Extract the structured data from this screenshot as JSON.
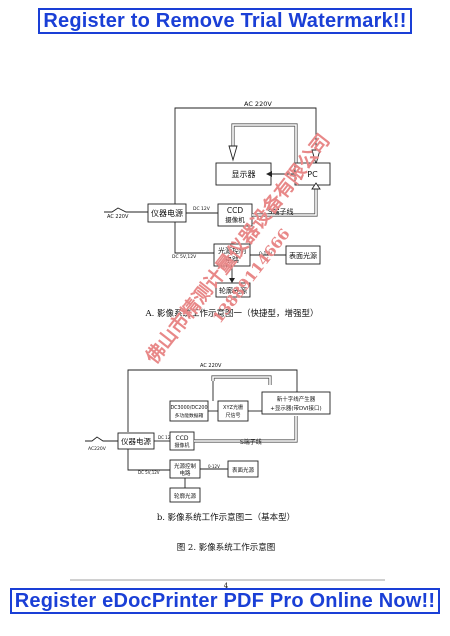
{
  "watermark": {
    "top": "Register to Remove Trial Watermark!!",
    "bottom": "Register eDocPrinter PDF Pro Online Now!!",
    "stamp": "佛山市精测计量仪器设备有限公司",
    "phone": "13889114666"
  },
  "diagram_a": {
    "power_in": "AC 220V",
    "ac_top": "AC 220V",
    "instrument_power": "仪器电源",
    "display": "显示器",
    "pc": "PC",
    "ccd": "CCD\n摄像机",
    "s_cable": "S端子线",
    "dc12": "DC 12V",
    "dc_volts": "DC 5V,12V",
    "light_ctrl": "光源控制\n电路",
    "light_out": "0-12V",
    "surface_light": "表面光源",
    "contour_light": "轮廓光源",
    "caption": "A. 影像系统工作示意图一（快捷型，增强型）"
  },
  "diagram_b": {
    "power_in": "AC220V",
    "ac_top": "AC 220V",
    "instrument_power": "仪器电源",
    "dc_board": "DC3000/DC200\n多功能数据箱",
    "xyz": "XYZ光栅\n尺信号",
    "crosshair": "新十字线产生器\n+显示器(带DVI接口)",
    "ccd": "CCD\n摄像机",
    "s_cable": "S端子线",
    "dc12": "DC 12V",
    "dc_volts": "DC 5V,12V",
    "light_ctrl": "光源控制\n电路",
    "light_out": "0-12V",
    "surface_light": "表面光源",
    "contour_light": "轮廓光源",
    "caption": "b. 影像系统工作示意图二（基本型）"
  },
  "figure_caption": "图 2.  影像系统工作示意图",
  "page_number": "4"
}
